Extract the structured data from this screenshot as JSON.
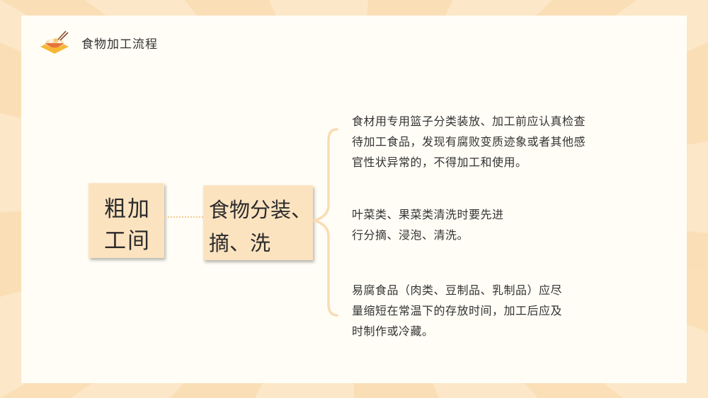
{
  "header": {
    "title": "食物加工流程",
    "logo_icon": "food-bowl-chopsticks-icon"
  },
  "diagram": {
    "root": {
      "label_lines": [
        "粗加",
        "工间"
      ]
    },
    "node": {
      "label_lines": [
        "食物分装、",
        "摘、洗"
      ]
    },
    "items": [
      {
        "lines": [
          "食材用专用篮子分类装放、加工前应认真检查",
          "待加工食品，发现有腐败变质迹象或者其他感",
          "官性状异常的，不得加工和使用。"
        ]
      },
      {
        "lines": [
          "叶菜类、果菜类清洗时要先进",
          "行分摘、浸泡、清洗。"
        ]
      },
      {
        "lines": [
          "易腐食品（肉类、豆制品、乳制品）应尽",
          "量缩短在常温下的存放时间，加工后应及",
          "时制作或冷藏。"
        ]
      }
    ]
  },
  "colors": {
    "background": "#FCE7C8",
    "panel": "#FFFDF6",
    "box_fill": "#FCE3C0",
    "accent_line": "#F5C98C"
  }
}
